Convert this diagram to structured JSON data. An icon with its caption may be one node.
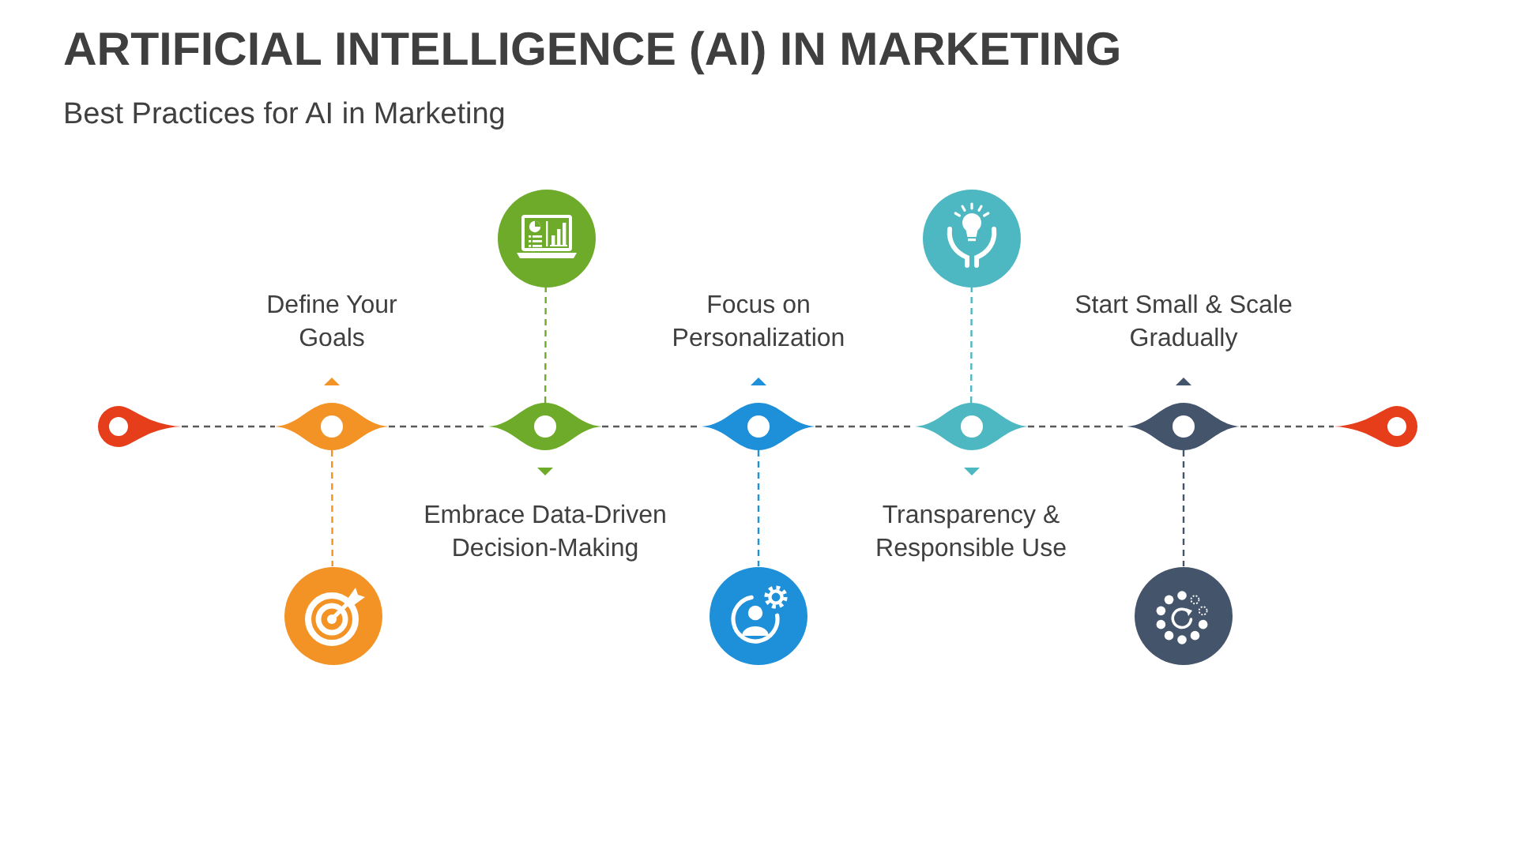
{
  "diagram": {
    "title": "ARTIFICIAL INTELLIGENCE (AI) IN MARKETING",
    "nodes": [
      {
        "text": [],
        "shape": "pin"
      },
      {
        "text": [],
        "shape": "diamond",
        "beside": [
          "Define Your Goals"
        ]
      },
      {
        "text": [],
        "shape": "circle"
      },
      {
        "text": [],
        "shape": "diamond",
        "beside": [
          "Embrace Data-Driven Decision-Making"
        ]
      },
      {
        "text": [],
        "shape": "circle"
      },
      {
        "text": [],
        "shape": "diamond",
        "beside": [
          "Focus on Personalization"
        ]
      },
      {
        "text": [],
        "shape": "circle"
      },
      {
        "text": [],
        "shape": "diamond",
        "beside": [
          "Transparency & Responsible Use"
        ]
      },
      {
        "text": [],
        "shape": "circle"
      },
      {
        "text": [],
        "shape": "diamond",
        "beside": [
          "Start Small & Scale Gradually"
        ]
      },
      {
        "text": [],
        "shape": "circle"
      },
      {
        "text": [],
        "shape": "pin"
      }
    ],
    "edges": [
      {
        "from": 0,
        "to": 1,
        "arrow": "none",
        "style": "dashed"
      },
      {
        "from": 1,
        "to": 3,
        "arrow": "none",
        "style": "dashed"
      },
      {
        "from": 3,
        "to": 5,
        "arrow": "none",
        "style": "dashed"
      },
      {
        "from": 5,
        "to": 7,
        "arrow": "none",
        "style": "dashed"
      },
      {
        "from": 7,
        "to": 9,
        "arrow": "none",
        "style": "dashed"
      },
      {
        "from": 9,
        "to": 11,
        "arrow": "none",
        "style": "dashed"
      },
      {
        "from": 1,
        "to": 2,
        "arrow": "none",
        "style": "dashed",
        "color": "#f39325"
      },
      {
        "from": 3,
        "to": 4,
        "arrow": "none",
        "style": "dashed",
        "color": "#6eab2b"
      },
      {
        "from": 5,
        "to": 6,
        "arrow": "none",
        "style": "dashed",
        "color": "#1e8fd9"
      },
      {
        "from": 7,
        "to": 8,
        "arrow": "none",
        "style": "dashed",
        "color": "#4db8c1"
      },
      {
        "from": 9,
        "to": 10,
        "arrow": "none",
        "style": "dashed",
        "color": "#44546a"
      }
    ],
    "labels": [
      "Best Practices for AI in Marketing"
    ]
  }
}
